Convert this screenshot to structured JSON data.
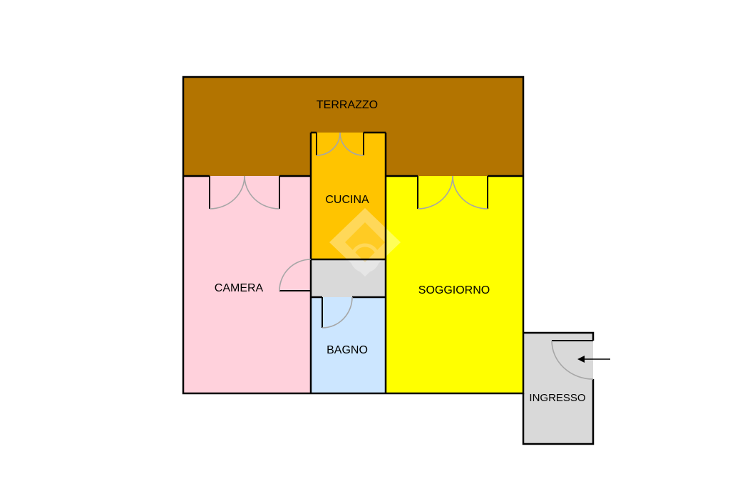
{
  "plan": {
    "rooms": {
      "terrazzo": {
        "label": "TERRAZZO",
        "color": "#b37400"
      },
      "cucina": {
        "label": "CUCINA",
        "color": "#ffc400"
      },
      "camera": {
        "label": "CAMERA",
        "color": "#ffd1dc"
      },
      "soggiorno": {
        "label": "SOGGIORNO",
        "color": "#ffff00"
      },
      "bagno": {
        "label": "BAGNO",
        "color": "#cce6ff"
      },
      "disimpegno": {
        "label": "",
        "color": "#d9d9d9"
      },
      "ingresso": {
        "label": "INGRESSO",
        "color": "#d9d9d9"
      }
    },
    "wall_color": "#000000",
    "door_swing_color": "#a6a6a6",
    "entrance_marker": "arrow-left-icon",
    "watermark": "house-logo-icon"
  }
}
